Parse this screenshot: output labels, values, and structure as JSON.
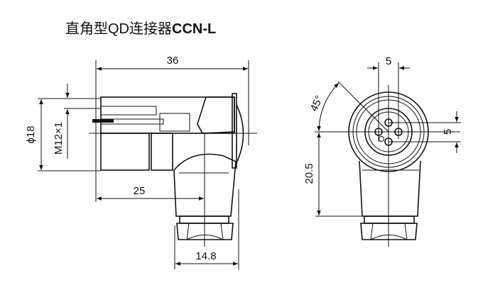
{
  "title": {
    "text": "直角型QD连接器",
    "model": "CCN-L"
  },
  "side_view": {
    "dims": {
      "overall_length": "36",
      "elbow_center": "25",
      "cable_nut_width": "14.8",
      "diameter": "ϕ18",
      "thread": "M12×1"
    }
  },
  "front_view": {
    "dims": {
      "pin_spacing_h": "5",
      "pin_spacing_v": "5",
      "height_to_nut": "20.5",
      "angle": "45°"
    }
  }
}
